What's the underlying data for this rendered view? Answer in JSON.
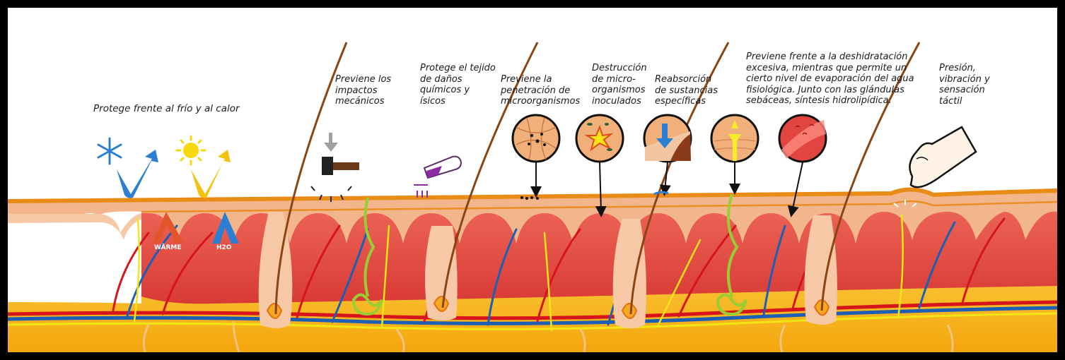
{
  "labels": {
    "temperature": "Protege frente al frío y al calor",
    "impacts": "Previene los\nimpactos\nmecánicos",
    "chemical": "Protege el tejido\nde daños\nquímicos y\nísicos",
    "penetration": "Previene la\npenetración de\nmicroorganismos",
    "destruction": "Destrucción\nde micro-\norganismos\ninoculados",
    "reabsorption": "Reabsorción\nde sustancias\nespecíficas",
    "dehydration": "Previene frente a la deshidratación\nexcesiva, mientras que permite un\ncierto nivel de evaporación del agua\nfisiológica. Junto con las glándulas\nsebáceas, síntesis hidrolipídica.",
    "pressure": "Presión,\nvibración y\nsensación\ntáctil"
  },
  "arrow_labels": {
    "heat": "WÄRME",
    "water": "H2O"
  },
  "icons": [
    "snowflake-icon",
    "sun-icon",
    "hammer-icon",
    "test-tube-icon",
    "magnifier-penetration-icon",
    "magnifier-destruction-icon",
    "magnifier-reabsorption-icon",
    "magnifier-evaporation-icon",
    "magnifier-vessel-icon",
    "finger-icon"
  ],
  "colors": {
    "epidermis": "#f2b58c",
    "dermis": "#e0463f",
    "surface_line": "#e98b17",
    "hypodermis": "#f8b716",
    "artery": "#d7141b",
    "vein": "#1c5fb4",
    "nerve": "#f2e516",
    "gland": "#9acd32",
    "hair": "#8b4513"
  }
}
